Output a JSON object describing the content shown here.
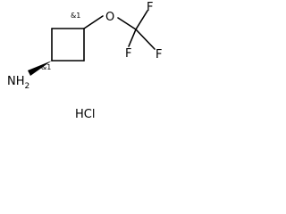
{
  "molecule": {
    "atoms": {
      "oxygen": "O",
      "fluorine_top": "F",
      "fluorine_left": "F",
      "fluorine_right": "F",
      "amine": "NH",
      "amine_subscript": "2"
    },
    "stereo_labels": {
      "upper": "&1",
      "lower": "&1"
    },
    "salt": "HCl"
  }
}
